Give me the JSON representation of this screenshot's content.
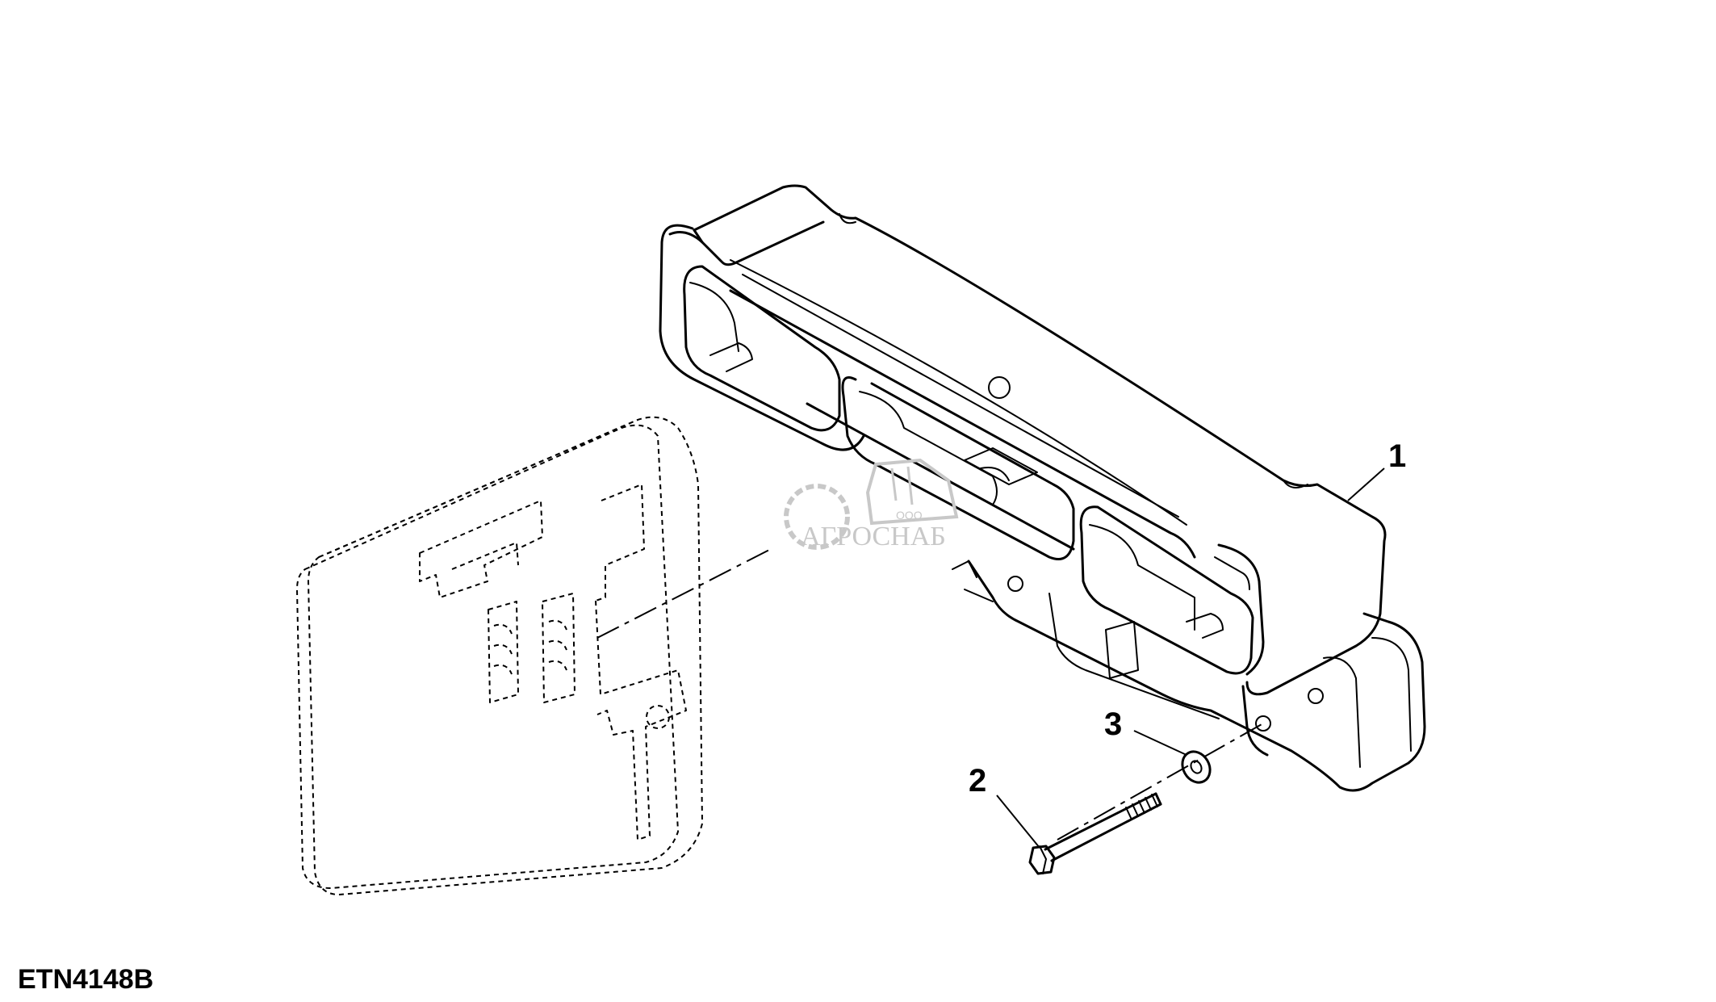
{
  "figure": {
    "code": "ETN4148B"
  },
  "callouts": [
    {
      "number": "1",
      "part": "weight-bracket"
    },
    {
      "number": "2",
      "part": "bolt"
    },
    {
      "number": "3",
      "part": "washer"
    }
  ],
  "watermark": {
    "prefix": "ООО",
    "name": "АГРОСНАБ"
  },
  "colors": {
    "line": "#000000",
    "background": "#ffffff",
    "watermark": "#c8c8c8"
  }
}
